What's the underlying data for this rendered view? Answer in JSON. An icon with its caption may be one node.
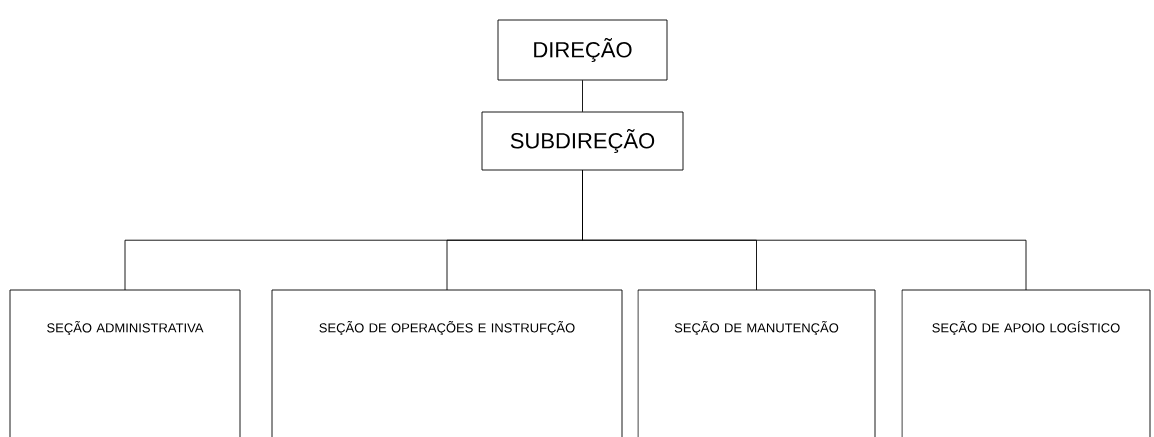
{
  "diagram": {
    "nodes": [
      {
        "text": [
          "DIREÇÃO"
        ]
      },
      {
        "text": [
          "SUBDIREÇÃO"
        ]
      },
      {
        "text": [
          "SEÇÃO ADMINISTRATIVA"
        ]
      },
      {
        "text": [
          "SEÇÃO DE OPERAÇÕES E INSTRUFÇÃO"
        ]
      },
      {
        "text": [
          "SEÇÃO DE MANUTENÇÃO"
        ]
      },
      {
        "text": [
          "SEÇÃO DE APOIO LOGÍSTICO"
        ]
      }
    ],
    "edges": [
      {
        "from": 0,
        "to": 1,
        "arrow": "none"
      },
      {
        "from": 1,
        "to": 2,
        "arrow": "none"
      },
      {
        "from": 1,
        "to": 3,
        "arrow": "none"
      },
      {
        "from": 1,
        "to": 4,
        "arrow": "none"
      },
      {
        "from": 1,
        "to": 5,
        "arrow": "none"
      }
    ]
  }
}
